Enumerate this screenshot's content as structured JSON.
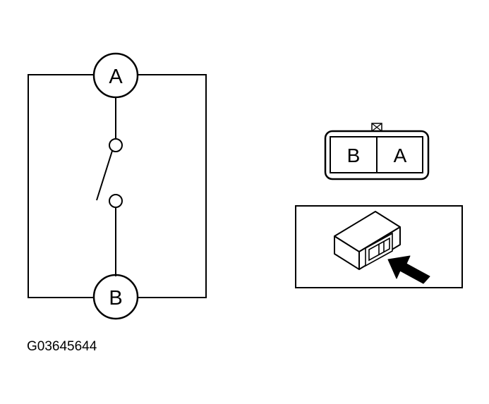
{
  "circuit": {
    "terminal_a": "A",
    "terminal_b": "B"
  },
  "connector": {
    "pin_left": "B",
    "pin_right": "A"
  },
  "figure_id": "G03645644"
}
